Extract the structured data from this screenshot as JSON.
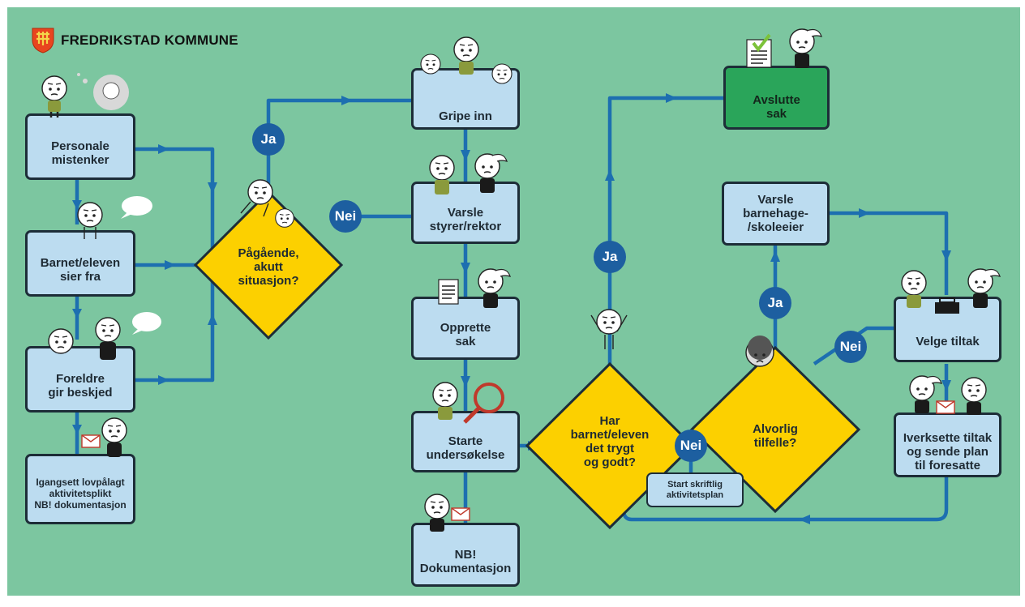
{
  "header": {
    "title": "FREDRIKSTAD KOMMUNE",
    "logo_icon": "coat-of-arms-icon"
  },
  "colors": {
    "background": "#7cc6a0",
    "box": "#bcdcf0",
    "box_border": "#1d2d38",
    "final_box": "#2aa55a",
    "diamond": "#fcd000",
    "arrow": "#1d6fb0",
    "badge": "#1d5fa0"
  },
  "boxes": {
    "personale": "Personale\nmistenker",
    "barnet": "Barnet/eleven\nsier fra",
    "foreldre": "Foreldre\ngir beskjed",
    "igangsett": "Igangsett lovpålagt\naktivitetsplikt\nNB! dokumentasjon",
    "gripe": "Gripe inn",
    "varsle_styrer": "Varsle\nstyrer/rektor",
    "opprette": "Opprette\nsak",
    "starte": "Starte\nundersøkelse",
    "dokumentasjon": "NB!\nDokumentasjon",
    "avslutte": "Avslutte\nsak",
    "varsle_eier": "Varsle\nbarnehage-\n/skoleeier",
    "velge": "Velge tiltak",
    "iverksette": "Iverksette tiltak\nog sende plan\ntil foresatte",
    "start_plan": "Start skriftlig\naktivitetsplan"
  },
  "decisions": {
    "akutt": "Pågående,\nakutt\nsituasjon?",
    "trygt": "Har\nbarnet/eleven\ndet trygt\nog godt?",
    "alvorlig": "Alvorlig\ntilfelle?"
  },
  "badges": {
    "ja_akutt": "Ja",
    "nei_akutt": "Nei",
    "ja_trygt": "Ja",
    "nei_trygt": "Nei",
    "ja_alvorlig": "Ja",
    "nei_alvorlig": "Nei"
  }
}
